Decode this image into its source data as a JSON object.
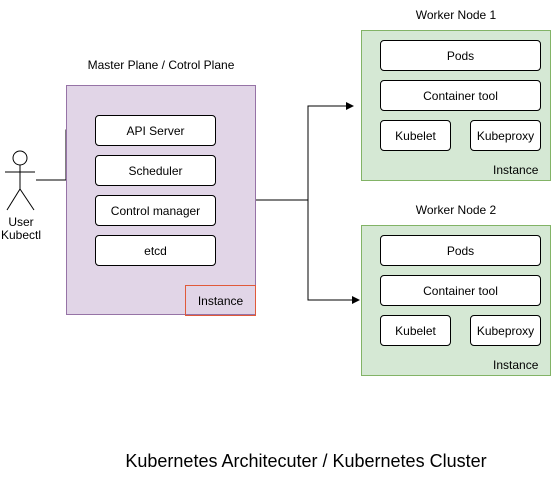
{
  "user": {
    "line1": "User",
    "line2": "Kubectl"
  },
  "master": {
    "title": "Master Plane / Cotrol Plane",
    "components": [
      "API Server",
      "Scheduler",
      "Control manager",
      "etcd"
    ],
    "instance_label": "Instance"
  },
  "worker1": {
    "title": "Worker Node 1",
    "pods": "Pods",
    "container_tool": "Container tool",
    "kubelet": "Kubelet",
    "kubeproxy": "Kubeproxy",
    "instance_label": "Instance"
  },
  "worker2": {
    "title": "Worker Node 2",
    "pods": "Pods",
    "container_tool": "Container tool",
    "kubelet": "Kubelet",
    "kubeproxy": "Kubeproxy",
    "instance_label": "Instance"
  },
  "caption": "Kubernetes Architecuter / Kubernetes Cluster",
  "colors": {
    "master_fill": "#e1d5e7",
    "master_border": "#9673a6",
    "worker_fill": "#d5e8d4",
    "worker_border": "#82b366",
    "instance_border": "#e05a3a"
  }
}
